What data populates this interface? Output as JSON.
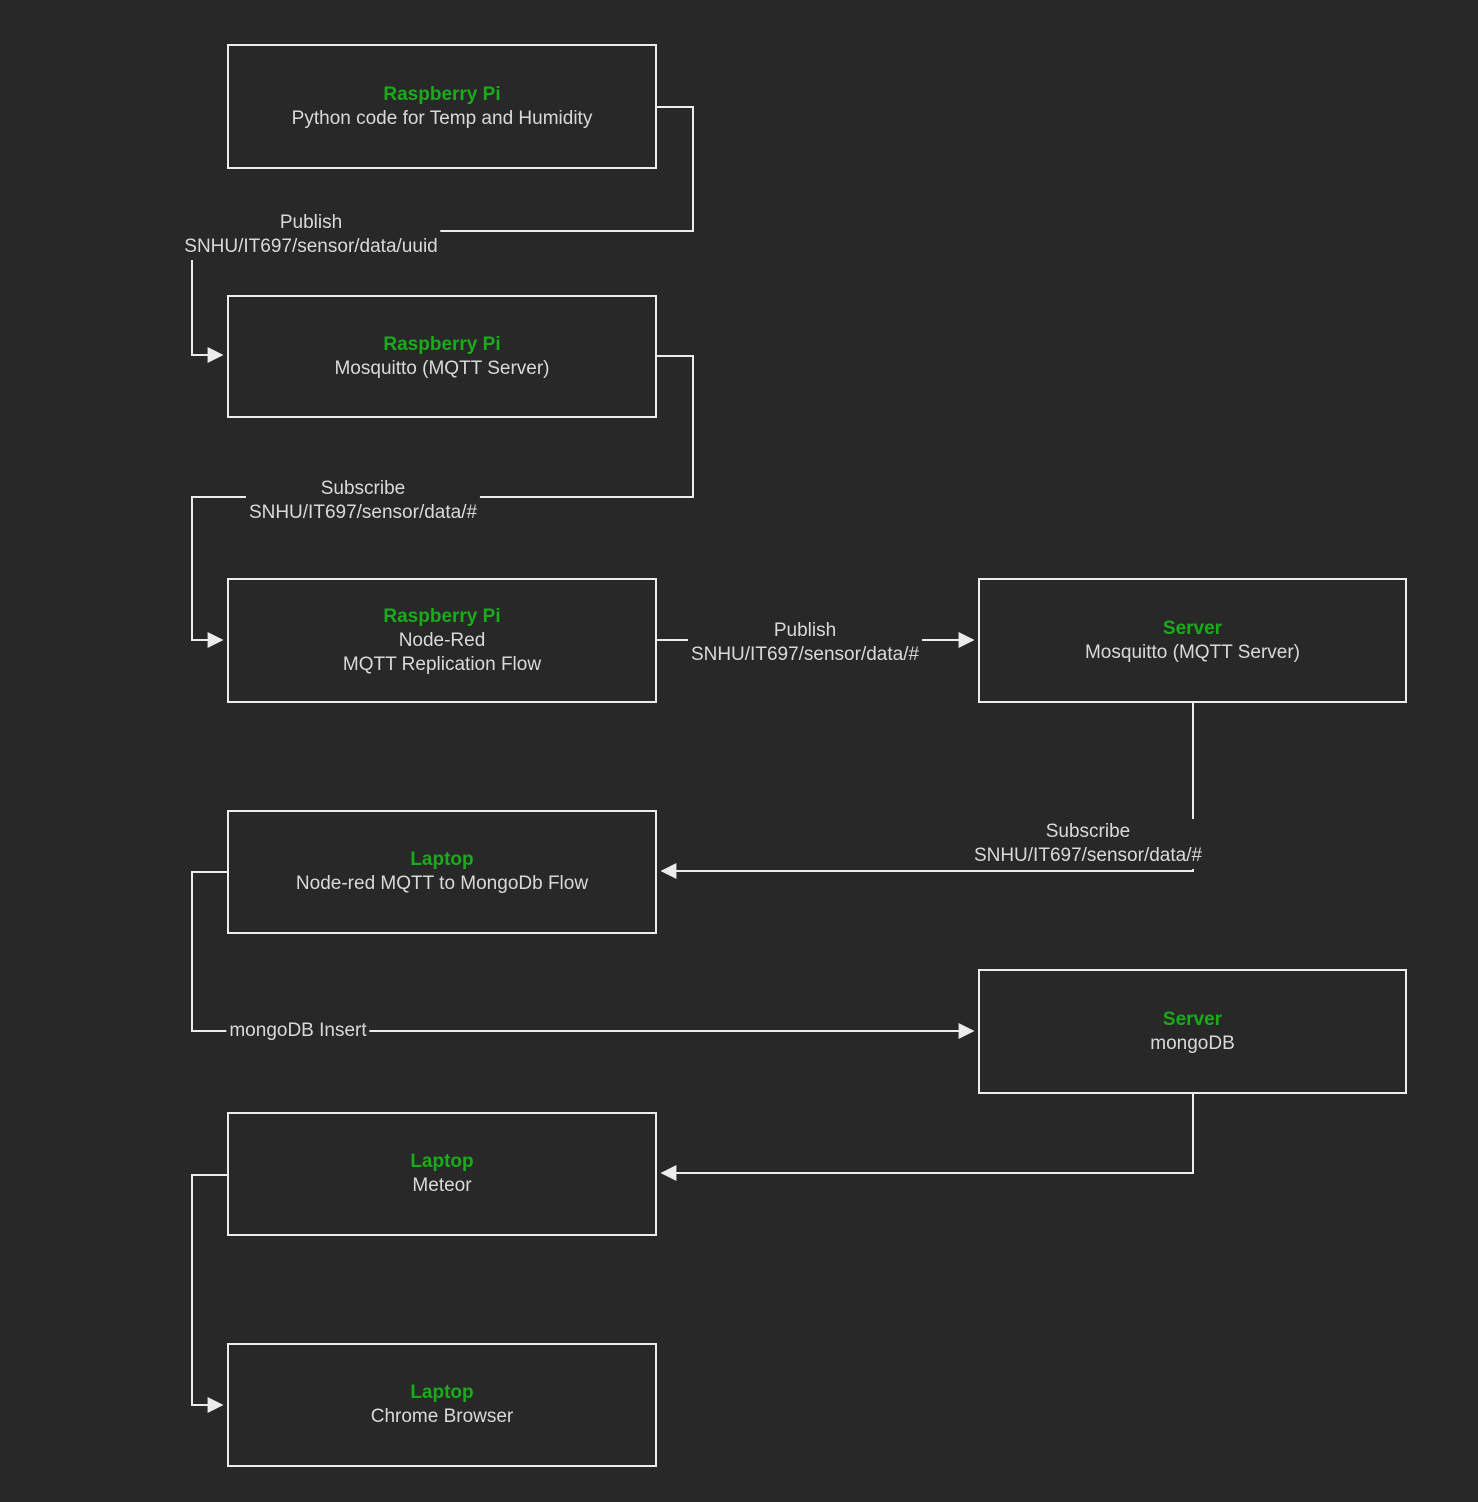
{
  "diagram": {
    "background_color": "#282828",
    "node_border_color": "#ececec",
    "wire_color": "#ececec",
    "text_color": "#d9d9d9",
    "accent_green": "#1aab1a"
  },
  "nodes": [
    {
      "id": "pi-python",
      "title": "Raspberry Pi",
      "lines": [
        "Python code for Temp and Humidity"
      ]
    },
    {
      "id": "pi-mosquitto",
      "title": "Raspberry Pi",
      "lines": [
        "Mosquitto (MQTT Server)"
      ]
    },
    {
      "id": "pi-nodered",
      "title": "Raspberry Pi",
      "lines": [
        "Node-Red",
        "MQTT Replication Flow"
      ]
    },
    {
      "id": "server-mosquitto",
      "title": "Server",
      "lines": [
        "Mosquitto (MQTT Server)"
      ]
    },
    {
      "id": "laptop-nodered",
      "title": "Laptop",
      "lines": [
        "Node-red MQTT to MongoDb Flow"
      ]
    },
    {
      "id": "server-mongodb",
      "title": "Server",
      "lines": [
        "mongoDB"
      ]
    },
    {
      "id": "laptop-meteor",
      "title": "Laptop",
      "lines": [
        "Meteor"
      ]
    },
    {
      "id": "laptop-chrome",
      "title": "Laptop",
      "lines": [
        "Chrome Browser"
      ]
    }
  ],
  "edge_labels": [
    {
      "id": "publish-uuid",
      "line1": "Publish",
      "line2": "SNHU/IT697/sensor/data/uuid"
    },
    {
      "id": "subscribe-pi",
      "line1": "Subscribe",
      "line2": "SNHU/IT697/sensor/data/#"
    },
    {
      "id": "publish-hash",
      "line1": "Publish",
      "line2": "SNHU/IT697/sensor/data/#"
    },
    {
      "id": "subscribe-server",
      "line1": "Subscribe",
      "line2": "SNHU/IT697/sensor/data/#"
    },
    {
      "id": "mongodb-insert",
      "line1": "mongoDB Insert",
      "line2": ""
    }
  ]
}
